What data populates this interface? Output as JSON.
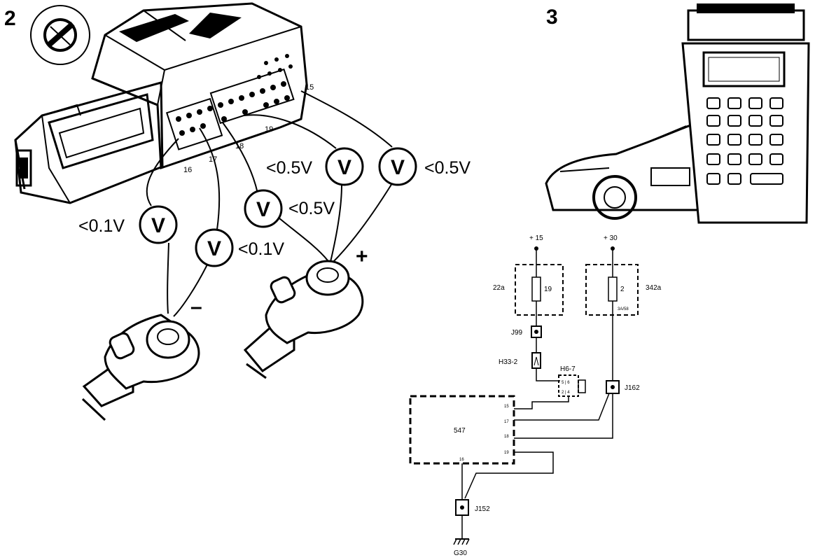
{
  "figure2": {
    "number": "2",
    "pins": {
      "p15": "15",
      "p16": "16",
      "p17": "17",
      "p18": "18",
      "p19": "19"
    },
    "meters": [
      {
        "symbol": "V",
        "reading": "<0.1V"
      },
      {
        "symbol": "V",
        "reading": "<0.1V"
      },
      {
        "symbol": "V",
        "reading": "<0.5V"
      },
      {
        "symbol": "V",
        "reading": "<0.5V"
      },
      {
        "symbol": "V",
        "reading": "<0.5V"
      }
    ],
    "polarity": {
      "negative": "–",
      "positive": "+"
    }
  },
  "figure3": {
    "number": "3",
    "supply_15": "+ 15",
    "supply_30": "+ 30",
    "fuse_box_1": "22a",
    "fuse_1_value": "19",
    "fuse_box_2": "342a",
    "fuse_2_value": "2",
    "fuse_2_sub": "3A/58",
    "connector_j99": "J99",
    "connector_h33": "H33-2",
    "connector_h6": "H6-7",
    "connector_j162": "J162",
    "connector_j152": "J152",
    "ecu_label": "547",
    "ecu_pins": [
      "15",
      "17",
      "18",
      "19"
    ],
    "ecu_pin_bottom": "16",
    "ground": "G30"
  }
}
